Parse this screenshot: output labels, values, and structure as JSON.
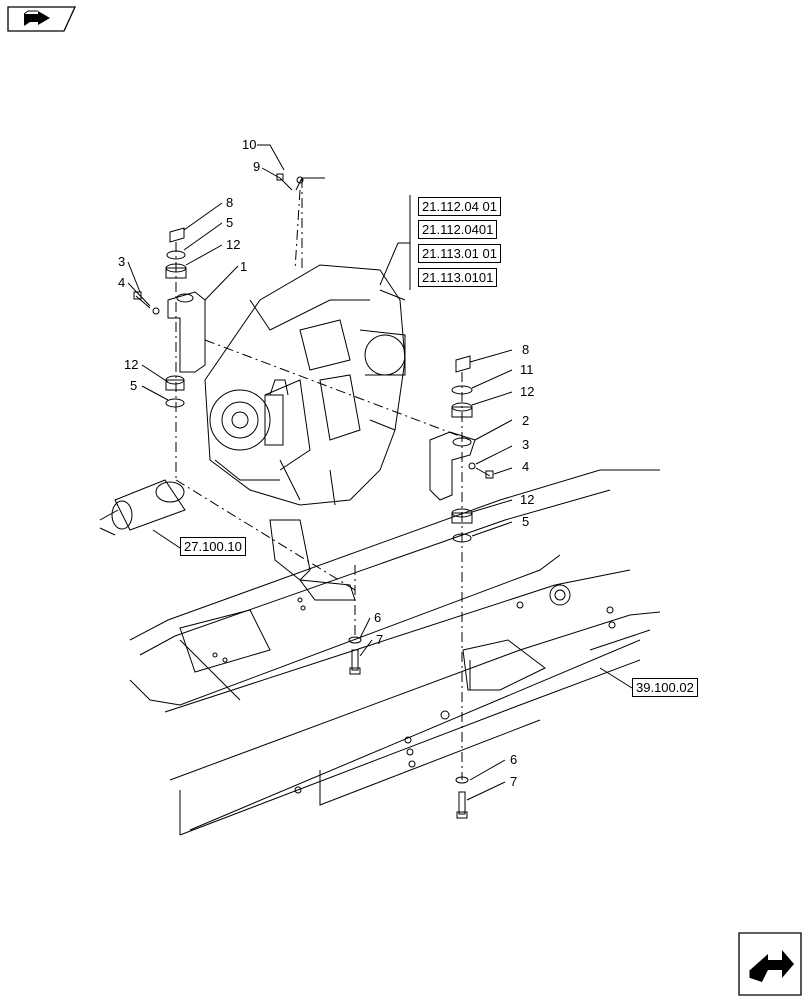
{
  "navigation": {
    "prev_icon": "back-arrow-icon",
    "next_icon": "forward-arrow-icon"
  },
  "reference_boxes": {
    "group_right": [
      "21.112.04 01",
      "21.112.0401",
      "21.113.01 01",
      "21.113.0101"
    ],
    "left_ref": "27.100.10",
    "frame_ref": "39.100.02"
  },
  "callouts": {
    "c10": "10",
    "c9": "9",
    "c8a": "8",
    "c5a": "5",
    "c12a": "12",
    "c1": "1",
    "c3a": "3",
    "c4a": "4",
    "c12b": "12",
    "c5b": "5",
    "c8b": "8",
    "c11": "11",
    "c12c": "12",
    "c2": "2",
    "c3b": "3",
    "c4b": "4",
    "c12d": "12",
    "c5c": "5",
    "c6a": "6",
    "c7a": "7",
    "c6b": "6",
    "c7b": "7"
  }
}
